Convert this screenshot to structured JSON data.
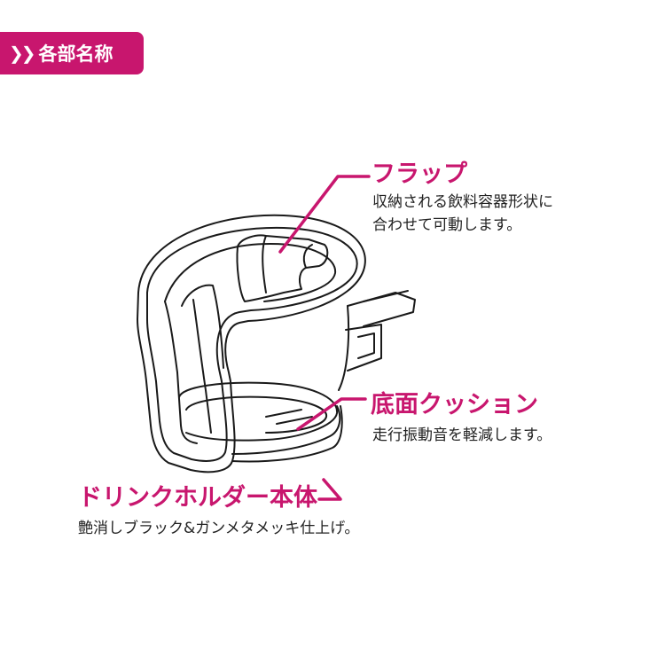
{
  "header": {
    "badge_icon": "chevron-double-right-icon",
    "badge_label": "各部名称",
    "badge_color": "#c8166e"
  },
  "callouts": {
    "flap": {
      "title": "フラップ",
      "desc_line1": "収納される飲料容器形状に",
      "desc_line2": "合わせて可動します。"
    },
    "cushion": {
      "title": "底面クッション",
      "desc_line1": "走行振動音を軽減します。"
    },
    "body": {
      "title": "ドリンクホルダー本体",
      "desc_line1": "艶消しブラック&ガンメタメッキ仕上げ。"
    }
  },
  "colors": {
    "accent": "#c8166e",
    "text": "#222222",
    "line": "#1a1a1a"
  }
}
